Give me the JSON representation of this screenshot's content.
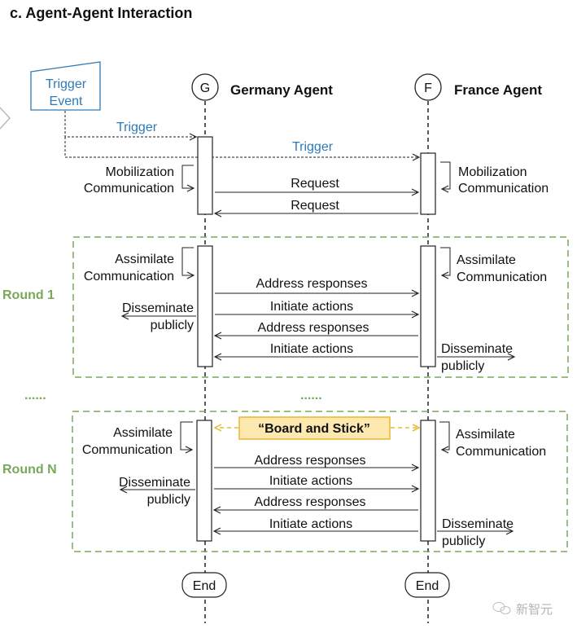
{
  "title": "c. Agent-Agent Interaction",
  "colors": {
    "trigger": "#2e7ab8",
    "round": "#7aa85a",
    "board_fill": "#fde9b0",
    "board_border": "#e8b830",
    "line": "#222222"
  },
  "trigger_event": {
    "line1": "Trigger",
    "line2": "Event"
  },
  "agents": {
    "germany": {
      "symbol": "G",
      "name": "Germany Agent"
    },
    "france": {
      "symbol": "F",
      "name": "France Agent"
    }
  },
  "setup": {
    "trigger_to_g": "Trigger",
    "trigger_to_f": "Trigger",
    "g_self": {
      "line1": "Mobilization",
      "line2": "Communication"
    },
    "f_self": {
      "line1": "Mobilization",
      "line2": "Communication"
    },
    "msg1": "Request",
    "msg2": "Request"
  },
  "rounds": [
    {
      "label": "Round 1",
      "g_self": {
        "line1": "Assimilate",
        "line2": "Communication"
      },
      "f_self": {
        "line1": "Assimilate",
        "line2": "Communication"
      },
      "g_out": {
        "line1": "Disseminate",
        "line2": "publicly"
      },
      "f_out": {
        "line1": "Disseminate",
        "line2": "publicly"
      },
      "messages": [
        "Address responses",
        "Initiate actions",
        "Address responses",
        "Initiate actions"
      ]
    },
    {
      "label": "Round N",
      "board": "“Board and Stick”",
      "g_self": {
        "line1": "Assimilate",
        "line2": "Communication"
      },
      "f_self": {
        "line1": "Assimilate",
        "line2": "Communication"
      },
      "g_out": {
        "line1": "Disseminate",
        "line2": "publicly"
      },
      "f_out": {
        "line1": "Disseminate",
        "line2": "publicly"
      },
      "messages": [
        "Address responses",
        "Initiate actions",
        "Address responses",
        "Initiate actions"
      ]
    }
  ],
  "ellipsis_left": "......",
  "ellipsis_mid": "......",
  "end_label_g": "End",
  "end_label_f": "End",
  "watermark": "新智元"
}
